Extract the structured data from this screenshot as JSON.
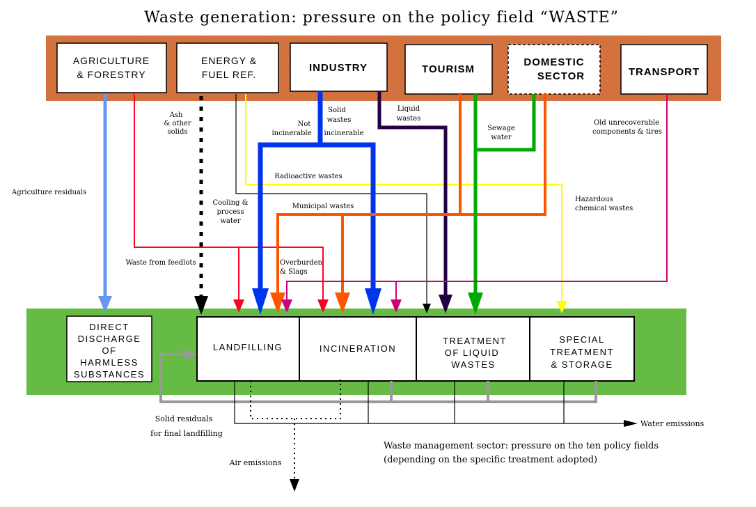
{
  "title": "Waste generation: pressure on the policy field “WASTE”",
  "sources": [
    {
      "id": "agriculture",
      "line1": "AGRICULTURE",
      "line2": "& FORESTRY"
    },
    {
      "id": "energy",
      "line1": "ENERGY &",
      "line2": "FUEL REF."
    },
    {
      "id": "industry",
      "line1": "INDUSTRY",
      "line2": ""
    },
    {
      "id": "tourism",
      "line1": "TOURISM",
      "line2": ""
    },
    {
      "id": "domestic",
      "line1": "DOMESTIC",
      "line2": "SECTOR"
    },
    {
      "id": "transport",
      "line1": "TRANSPORT",
      "line2": ""
    }
  ],
  "destinations": [
    {
      "id": "direct",
      "lines": [
        "DIRECT",
        "DISCHARGE",
        "OF",
        "HARMLESS",
        "SUBSTANCES"
      ]
    },
    {
      "id": "landfilling",
      "lines": [
        "LANDFILLING"
      ]
    },
    {
      "id": "incineration",
      "lines": [
        "INCINERATION"
      ]
    },
    {
      "id": "liquid",
      "lines": [
        "TREATMENT",
        "OF LIQUID",
        "WASTES"
      ]
    },
    {
      "id": "special",
      "lines": [
        "SPECIAL",
        "TREATMENT",
        "& STORAGE"
      ]
    }
  ],
  "flows": {
    "agriculture_residuals": "Agriculture residuals",
    "ash_1": "Ash",
    "ash_2": "& other",
    "ash_3": "solids",
    "not_incinerable_1": "Not",
    "not_incinerable_2": "incinerable",
    "solid_wastes_1": "Solid",
    "solid_wastes_2": "wastes",
    "incinerable": "incinerable",
    "liquid_wastes_1": "Liquid",
    "liquid_wastes_2": "wastes",
    "sewage_1": "Sewage",
    "sewage_2": "water",
    "old_unrecoverable_1": "Old unrecoverable",
    "old_unrecoverable_2": "components & tires",
    "radioactive": "Radioactive wastes",
    "cooling_1": "Cooling &",
    "cooling_2": "process",
    "cooling_3": "water",
    "municipal": "Municipal wastes",
    "hazardous_1": "Hazardous",
    "hazardous_2": "chemical wastes",
    "feedlots": "Waste from feedlots",
    "overburden_1": "Overburden",
    "overburden_2": "& Slags"
  },
  "outputs": {
    "solid_residuals_1": "Solid residuals",
    "solid_residuals_2": "for final landfilling",
    "air_emissions": "Air emissions",
    "water_emissions": "Water emissions"
  },
  "management_note_1": "Waste management sector: pressure on the ten policy fields",
  "management_note_2": "(depending on the specific treatment adopted)",
  "colors": {
    "source_band": "#cc6633",
    "management_band": "#66bb44",
    "blue": "#0033ee",
    "light_blue": "#6699ee",
    "red": "#ff0022",
    "orange": "#ff5500",
    "green": "#00aa00",
    "yellow": "#ffff00",
    "magenta": "#cc0077",
    "dark_purple": "#220044",
    "gray": "#999999"
  }
}
